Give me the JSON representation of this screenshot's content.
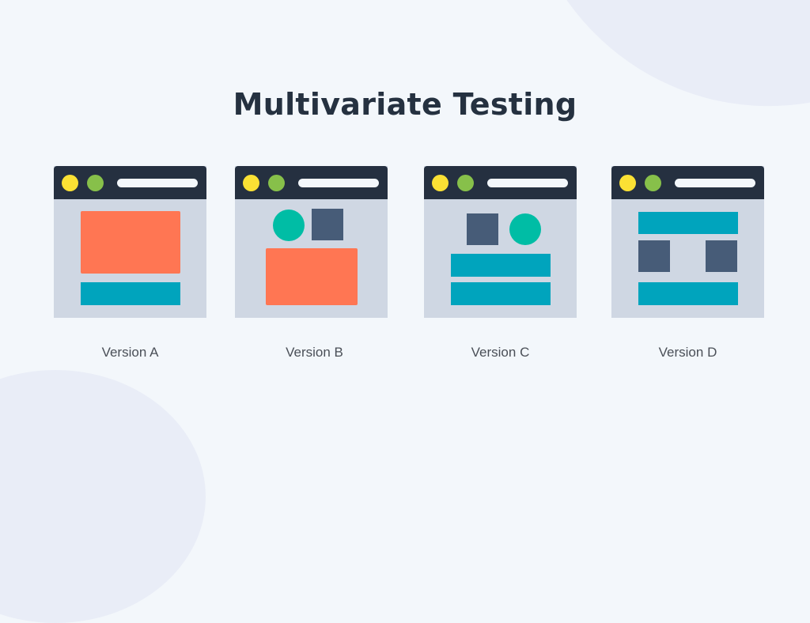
{
  "title": "Multivariate Testing",
  "colors": {
    "background": "#f3f7fb",
    "blob": "#e9edf7",
    "titlebar": "#253040",
    "window_body": "#cfd7e3",
    "dot_yellow": "#fbe134",
    "dot_green": "#87c04a",
    "orange": "#ff7653",
    "teal_bar": "#00a4bd",
    "navy_square": "#475c78",
    "green_circle": "#00bda5"
  },
  "versions": [
    {
      "label": "Version A",
      "elements": [
        "orange-block",
        "teal-bar"
      ]
    },
    {
      "label": "Version B",
      "elements": [
        "green-circle",
        "navy-square",
        "orange-block"
      ]
    },
    {
      "label": "Version C",
      "elements": [
        "navy-square",
        "green-circle",
        "teal-bar",
        "teal-bar"
      ]
    },
    {
      "label": "Version D",
      "elements": [
        "teal-bar",
        "navy-square",
        "navy-square",
        "teal-bar"
      ]
    }
  ]
}
